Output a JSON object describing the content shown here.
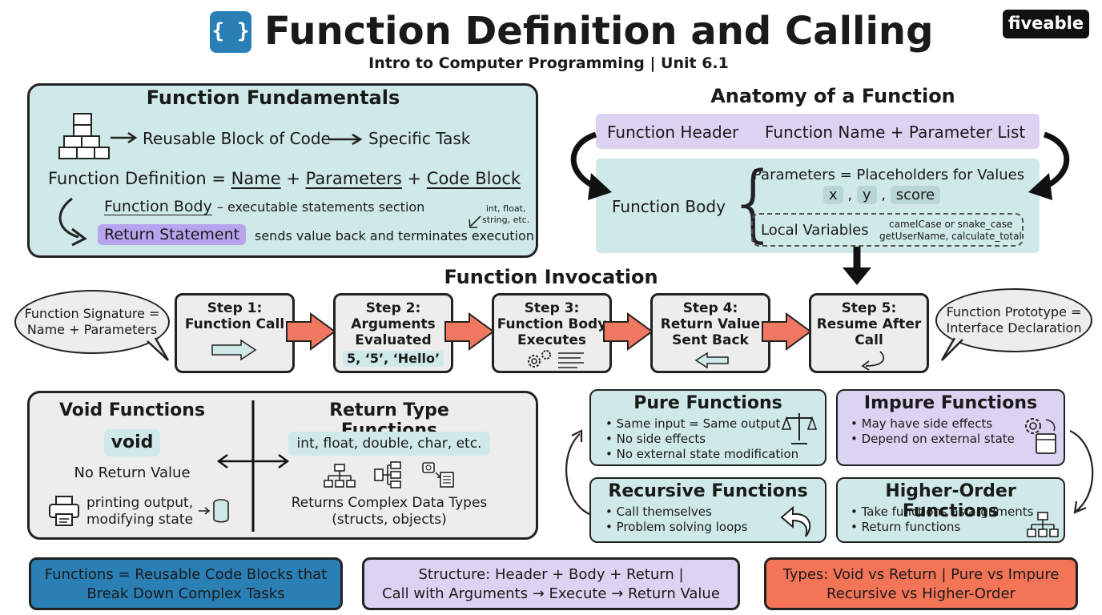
{
  "header": {
    "title": "Function Definition and Calling",
    "subtitle": "Intro to Computer Programming | Unit 6.1",
    "logo_icon_text": "{ }",
    "brand": "fiveable"
  },
  "fundamentals": {
    "title": "Function Fundamentals",
    "reusable": "Reusable Block of Code",
    "task": "Specific Task",
    "definition_prefix": "Function Definition =",
    "def_name": "Name",
    "plus1": "+",
    "def_params": "Parameters",
    "plus2": "+",
    "def_code": "Code Block",
    "body_label": "Function Body",
    "body_desc": "– executable statements section",
    "return_label": "Return Statement",
    "return_desc": "sends value back and terminates execution",
    "types_note_1": "int, float,",
    "types_note_2": "string, etc."
  },
  "anatomy": {
    "title": "Anatomy of a Function",
    "header_label": "Function Header",
    "header_desc": "Function Name + Parameter List",
    "body_label": "Function Body",
    "params_desc": "Parameters = Placeholders for Values",
    "param_x": "x",
    "comma1": ",",
    "param_y": "y",
    "comma2": ",",
    "param_score": "score",
    "locals_label": "Local Variables",
    "naming_1": "camelCase or snake_case",
    "naming_2": "getUserName, calculate_total"
  },
  "invocation": {
    "title": "Function Invocation",
    "signature_1": "Function Signature =",
    "signature_2": "Name + Parameters",
    "prototype_1": "Function Prototype =",
    "prototype_2": "Interface Declaration",
    "steps": [
      {
        "l1": "Step 1:",
        "l2": "Function Call",
        "l3": ""
      },
      {
        "l1": "Step 2:",
        "l2": "Arguments",
        "l3": "Evaluated"
      },
      {
        "l1": "Step 3:",
        "l2": "Function Body",
        "l3": "Executes"
      },
      {
        "l1": "Step 4:",
        "l2": "Return Value",
        "l3": "Sent Back"
      },
      {
        "l1": "Step 5:",
        "l2": "Resume After",
        "l3": "Call"
      }
    ],
    "args_example": "5, ‘5’, ‘Hello’"
  },
  "types": {
    "void_title": "Void Functions",
    "void_kw": "void",
    "void_desc": "No Return Value",
    "void_ex_1": "printing output,",
    "void_ex_2": "modifying state",
    "ret_title": "Return Type Functions",
    "ret_types": "int, float, double, char, etc.",
    "ret_desc_1": "Returns Complex Data Types",
    "ret_desc_2": "(structs, objects)"
  },
  "kinds": {
    "pure_title": "Pure Functions",
    "pure_items": [
      "Same input = Same output",
      "No side effects",
      "No external state modification"
    ],
    "impure_title": "Impure Functions",
    "impure_items": [
      "May have side effects",
      "Depend on external state"
    ],
    "rec_title": "Recursive Functions",
    "rec_items": [
      "Call themselves",
      "Problem solving loops"
    ],
    "hof_title": "Higher-Order Functions",
    "hof_items": [
      "Take functions as arguments",
      "Return functions"
    ]
  },
  "summary": {
    "blue_1": "Functions = Reusable Code Blocks that",
    "blue_2": "Break Down Complex Tasks",
    "lav_1": "Structure: Header + Body + Return |",
    "lav_2": "Call with Arguments → Execute → Return Value",
    "orange_1": "Types: Void vs Return | Pure vs Impure",
    "orange_2": "Recursive vs Higher-Order"
  },
  "colors": {
    "teal": "#cfe8e8",
    "lavender": "#dcd3f3",
    "gray": "#ededed",
    "blue": "#2a7fb5",
    "orange": "#f47458",
    "arrow": "#f07860"
  }
}
